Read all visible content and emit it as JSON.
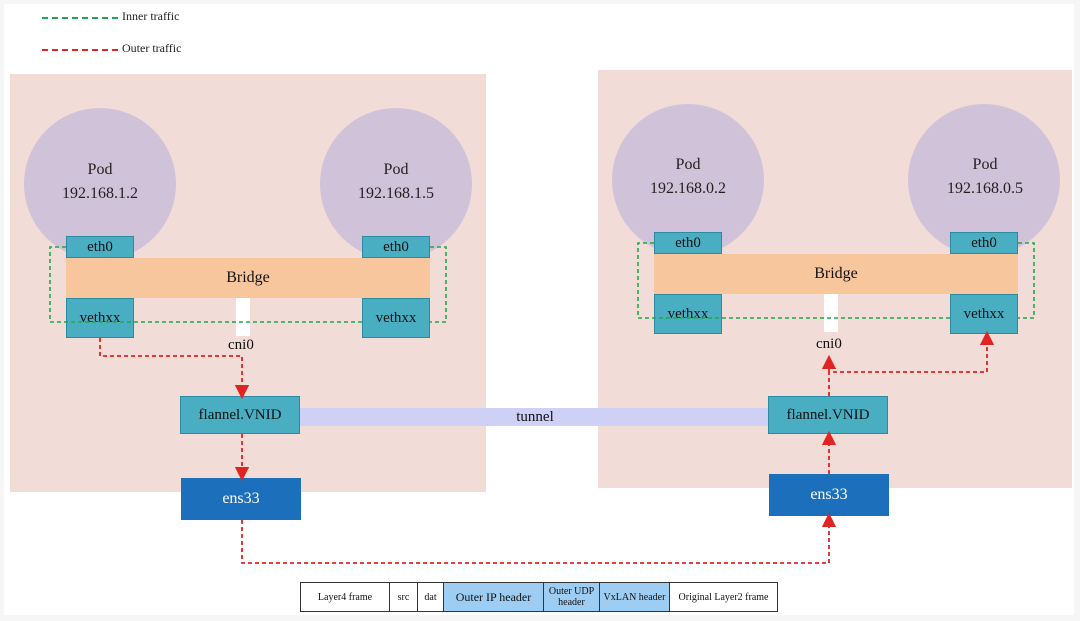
{
  "legend": {
    "inner": {
      "label": "Inner traffic",
      "color": "#1fa84a"
    },
    "outer": {
      "label": "Outer traffic",
      "color": "#e02424"
    }
  },
  "hosts": {
    "left": {
      "pod_a": {
        "title": "Pod",
        "ip": "192.168.1.2"
      },
      "pod_b": {
        "title": "Pod",
        "ip": "192.168.1.5"
      },
      "eth_a": "eth0",
      "eth_b": "eth0",
      "bridge": "Bridge",
      "veth_a": "vethxx",
      "veth_b": "vethxx",
      "cni": "cni0",
      "flannel": "flannel.VNID",
      "ens": "ens33"
    },
    "right": {
      "pod_a": {
        "title": "Pod",
        "ip": "192.168.0.2"
      },
      "pod_b": {
        "title": "Pod",
        "ip": "192.168.0.5"
      },
      "eth_a": "eth0",
      "eth_b": "eth0",
      "bridge": "Bridge",
      "veth_a": "vethxx",
      "veth_b": "vethxx",
      "cni": "cni0",
      "flannel": "flannel.VNID",
      "ens": "ens33"
    }
  },
  "tunnel": "tunnel",
  "packet": [
    "Layer4 frame",
    "src",
    "dat",
    "Outer IP header",
    "Outer UDP header",
    "VxLAN header",
    "Original Layer2 frame"
  ],
  "colors": {
    "host": "#f1dcd7",
    "pod": "#d0c2d9",
    "iface": "#4aaec3",
    "bridge": "#f8c69c",
    "ens": "#1c6fba",
    "tunnel": "#cfd0f5",
    "header": "#9dcdf2"
  }
}
